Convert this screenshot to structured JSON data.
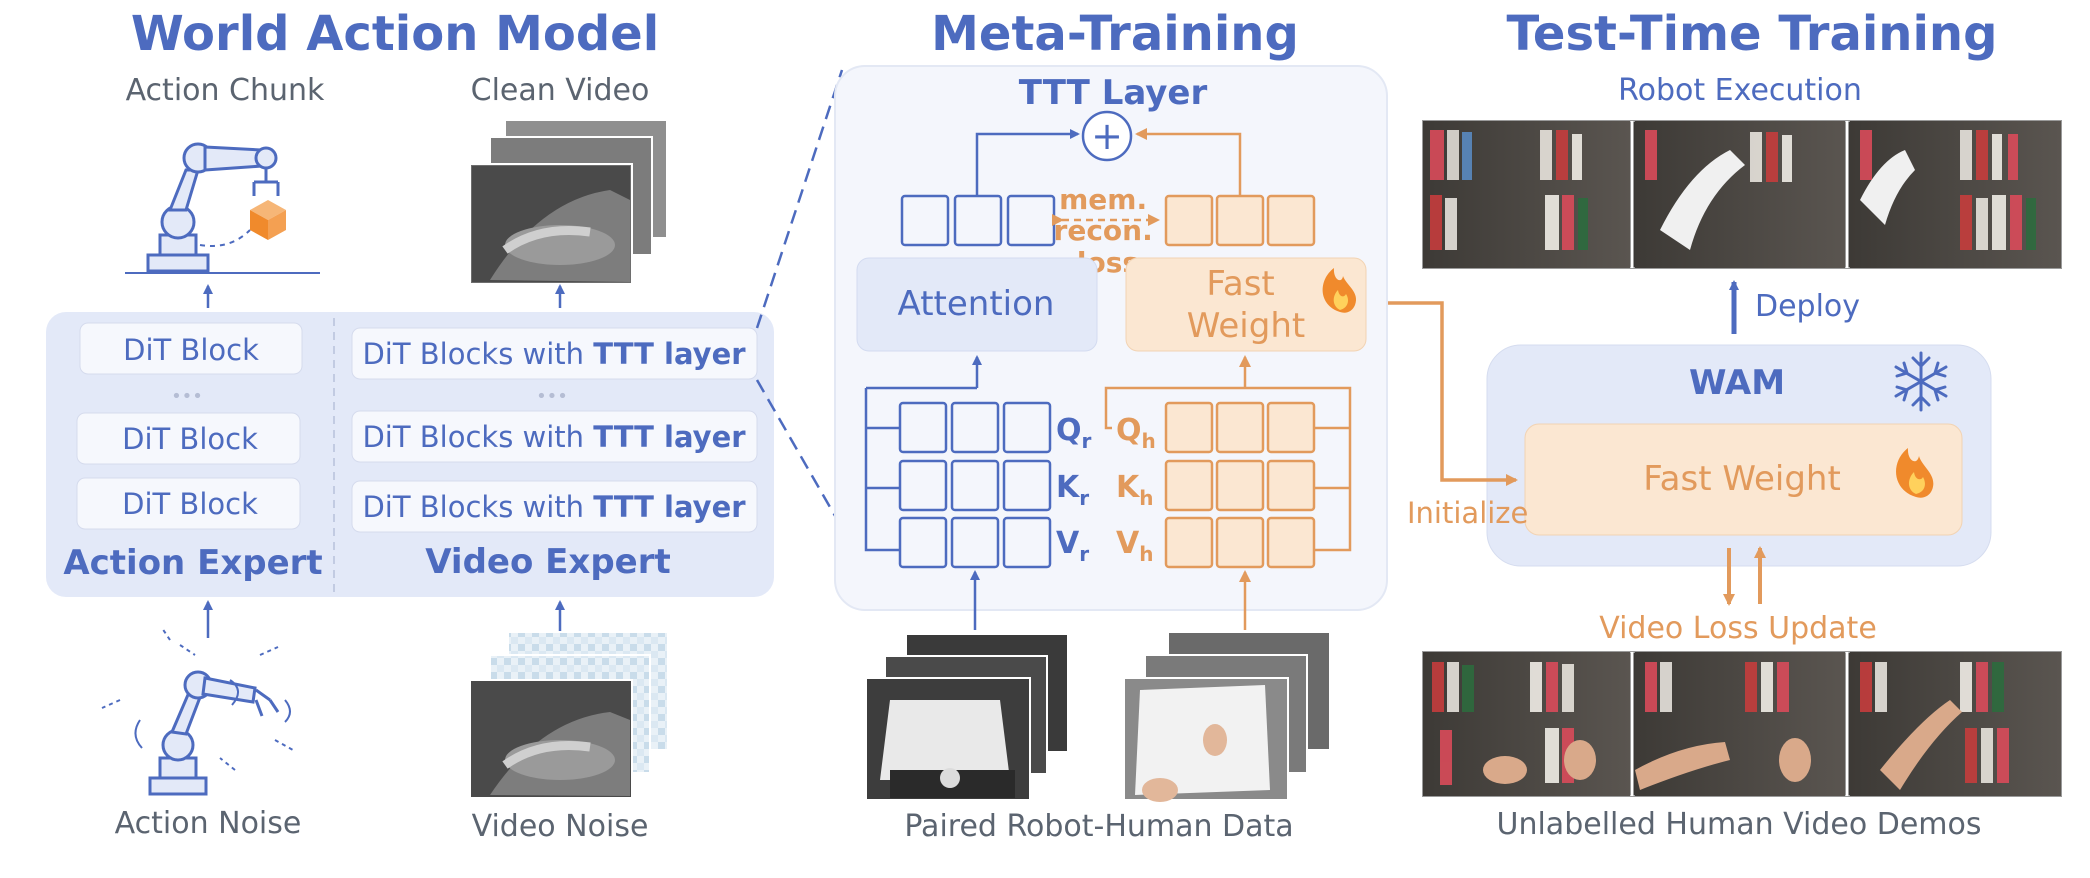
{
  "colors": {
    "blue": "#4d6bbf",
    "orange": "#e29a5c",
    "panel": "#e3e9f8",
    "panelInner": "#edf1fb",
    "meta": "#f4f6fc",
    "gray": "#5b6470",
    "block": "#f5f7fd",
    "fast": "#fbe7d2"
  },
  "wam_section": {
    "title": "World Action Model",
    "action_chunk_label": "Action Chunk",
    "clean_video_label": "Clean Video",
    "action_noise_label": "Action Noise",
    "video_noise_label": "Video Noise",
    "action_expert": {
      "title": "Action Expert",
      "blocks": [
        "DiT Block",
        "DiT Block",
        "DiT Block"
      ],
      "ellipsis": "•••"
    },
    "video_expert": {
      "title": "Video Expert",
      "block_prefix": "DiT Blocks with ",
      "block_bold": "TTT layer",
      "ellipsis": "•••"
    }
  },
  "meta_section": {
    "title": "Meta-Training",
    "ttt_layer_title": "TTT Layer",
    "attention_label": "Attention",
    "fast_weight_label": [
      "Fast",
      "Weight"
    ],
    "plus_symbol": "+",
    "loss_label": [
      "mem.",
      "recon.",
      "loss"
    ],
    "robot_qkv": {
      "q": "Q",
      "k": "K",
      "v": "V",
      "sub": "r"
    },
    "human_qkv": {
      "q": "Q",
      "k": "K",
      "v": "V",
      "sub": "h"
    },
    "data_label": "Paired Robot-Human Data"
  },
  "ttt_section": {
    "title": "Test-Time Training",
    "robot_execution_label": "Robot Execution",
    "deploy_label": "Deploy",
    "wam_label": "WAM",
    "fast_weight_label": "Fast Weight",
    "initialize_label": "Initialize",
    "video_loss_label": "Video Loss Update",
    "human_demos_label": "Unlabelled Human Video Demos"
  }
}
